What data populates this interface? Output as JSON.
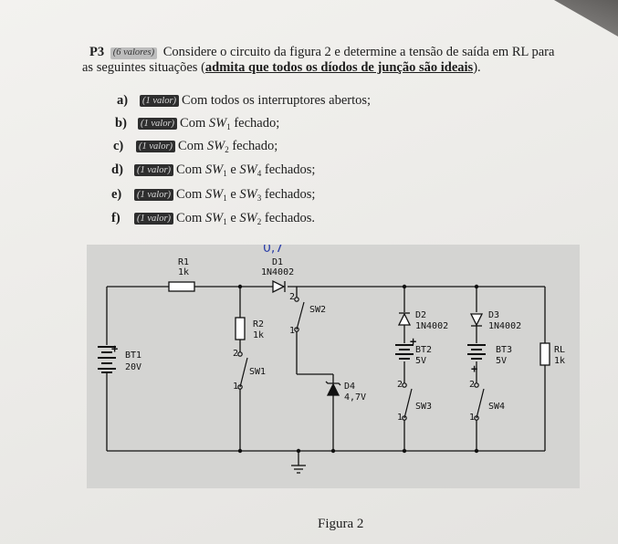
{
  "problem": {
    "number": "P3",
    "points": "(6 valores)",
    "line1": "Considere o circuito da figura 2 e determine a tensão de saída em RL para",
    "line2_a": "as seguintes situações (",
    "line2_b": "admita que todos os díodos de junção são ideais",
    "line2_c": ")."
  },
  "items": [
    {
      "label": "a)",
      "tag": "(1 valor)",
      "pre": "Com todos os interruptores abertos;",
      "s1": "",
      "sub1": "",
      "mid": "",
      "s2": "",
      "sub2": "",
      "post": ""
    },
    {
      "label": "b)",
      "tag": "(1 valor)",
      "pre": "Com ",
      "s1": "SW",
      "sub1": "1",
      "mid": " fechado;",
      "s2": "",
      "sub2": "",
      "post": ""
    },
    {
      "label": "c)",
      "tag": "(1 valor)",
      "pre": "Com ",
      "s1": "SW",
      "sub1": "2",
      "mid": " fechado;",
      "s2": "",
      "sub2": "",
      "post": ""
    },
    {
      "label": "d)",
      "tag": "(1 valor)",
      "pre": "Com ",
      "s1": "SW",
      "sub1": "1",
      "mid": " e ",
      "s2": "SW",
      "sub2": "4",
      "post": " fechados;"
    },
    {
      "label": "e)",
      "tag": "(1 valor)",
      "pre": "Com ",
      "s1": "SW",
      "sub1": "1",
      "mid": " e ",
      "s2": "SW",
      "sub2": "3",
      "post": " fechados;"
    },
    {
      "label": "f)",
      "tag": "(1 valor)",
      "pre": "Com ",
      "s1": "SW",
      "sub1": "1",
      "mid": " e ",
      "s2": "SW",
      "sub2": "2",
      "post": " fechados."
    }
  ],
  "circuit": {
    "handwritten_note": "0,7",
    "r1": {
      "name": "R1",
      "value": "1k"
    },
    "d1": {
      "name": "D1",
      "model": "1N4002"
    },
    "r2": {
      "name": "R2",
      "value": "1k"
    },
    "sw2": "SW2",
    "sw1": "SW1",
    "bt1": {
      "name": "BT1",
      "value": "20V"
    },
    "d4": {
      "name": "D4",
      "value": "4,7V"
    },
    "d2": {
      "name": "D2",
      "model": "1N4002"
    },
    "bt2": {
      "name": "BT2",
      "value": "5V"
    },
    "sw3": "SW3",
    "d3": {
      "name": "D3",
      "model": "1N4002"
    },
    "bt3": {
      "name": "BT3",
      "value": "5V"
    },
    "sw4": "SW4",
    "rl": {
      "name": "RL",
      "value": "1k"
    },
    "pin1": "1",
    "pin2": "2",
    "plus": "+"
  },
  "figure_caption": "Figura 2"
}
